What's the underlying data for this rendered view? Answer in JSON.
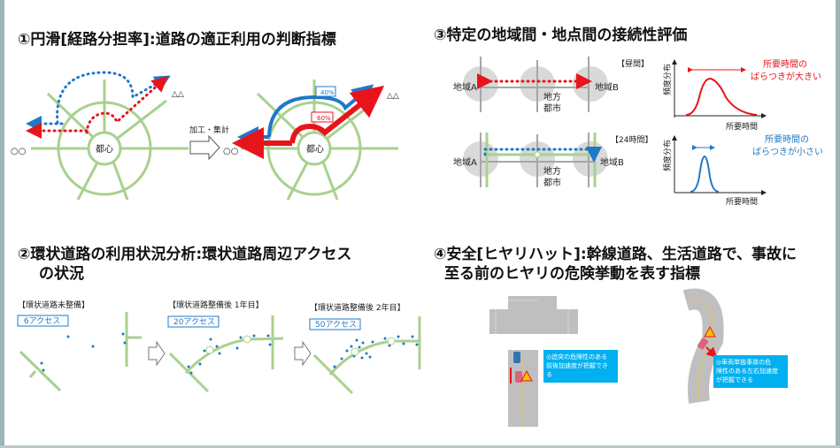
{
  "panel1": {
    "title": "①円滑[経路分担率]:道路の適正利用の判断指標",
    "origin": "○○",
    "destination": "△△",
    "center": "都心",
    "process_label": "加工・集計",
    "blue_share": "40%",
    "red_share": "60%"
  },
  "panel2": {
    "title_line1": "②環状道路の利用状況分析:環状道路周辺アクセス",
    "title_line2": "の状況",
    "stages": [
      {
        "label": "【環状道路未整備】",
        "count": "6アクセス"
      },
      {
        "label": "【環状道路整備後 1年目】",
        "count": "20アクセス"
      },
      {
        "label": "【環状道路整備後 2年目】",
        "count": "50アクセス"
      }
    ]
  },
  "panel3": {
    "title": "③特定の地域間・地点間の接続性評価",
    "area_a": "地域A",
    "area_b": "地域B",
    "city_line1": "地方",
    "city_line2": "都市",
    "daytime_label": "【昼間】",
    "allday_label": "【24時間】",
    "y_axis": "頻度分布",
    "x_axis": "所要時間",
    "large_var_line1": "所要時間の",
    "large_var_line2": "ばらつきが大きい",
    "small_var_line1": "所要時間の",
    "small_var_line2": "ばらつきが小さい",
    "colors": {
      "red": "#e8141b",
      "blue": "#1f78c8",
      "green": "#a9d18e"
    }
  },
  "panel4": {
    "title_line1": "④安全[ヒヤリハット]:幹線道路、生活道路で、事故に",
    "title_line2": "至る前のヒヤリの危険挙動を表す指標",
    "note1_line1": "◎追突の危険性のある",
    "note1_line2": "前後加速度が把握でき",
    "note1_line3": "る",
    "note2_line1": "◎車両単独事故の危",
    "note2_line2": "険性のある左右加速度",
    "note2_line3": "が把握できる"
  }
}
